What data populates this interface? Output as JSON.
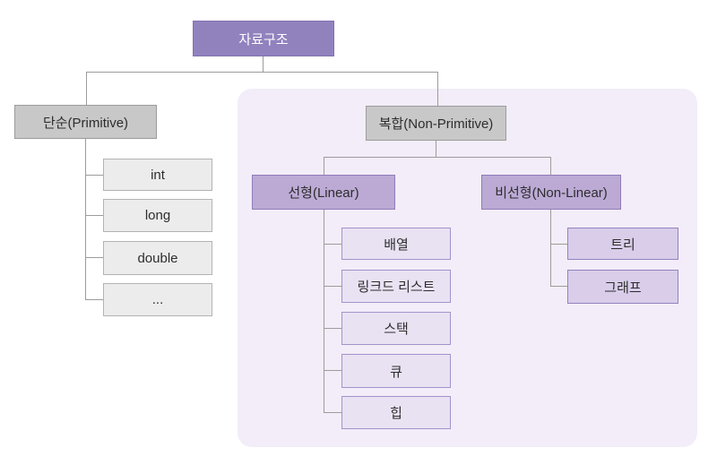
{
  "tree": {
    "root": {
      "label": "자료구조"
    },
    "primitive": {
      "label": "단순(Primitive)",
      "children": [
        "int",
        "long",
        "double",
        "..."
      ]
    },
    "non_primitive": {
      "label": "복합(Non-Primitive)",
      "linear": {
        "label": "선형(Linear)",
        "children": [
          "배열",
          "링크드 리스트",
          "스택",
          "큐",
          "힙"
        ]
      },
      "non_linear": {
        "label": "비선형(Non-Linear)",
        "children": [
          "트리",
          "그래프"
        ]
      }
    }
  },
  "colors": {
    "root_fill": "#9182be",
    "root_border": "#8071af",
    "gray_fill": "#c8c8c8",
    "gray_border": "#9b9b9b",
    "grayleaf_fill": "#ececec",
    "grayleaf_border": "#b3b3b3",
    "panel_fill": "#f2edf8",
    "branch_fill": "#bcaad5",
    "branch_border": "#8f7cba",
    "lleaf_fill": "#e9e2f3",
    "lleaf_border": "#a393cb",
    "nleaf_fill": "#d9cdea",
    "nleaf_border": "#9283bf",
    "line_color": "#9c9c9c",
    "text_dark": "#2d2d2d"
  }
}
